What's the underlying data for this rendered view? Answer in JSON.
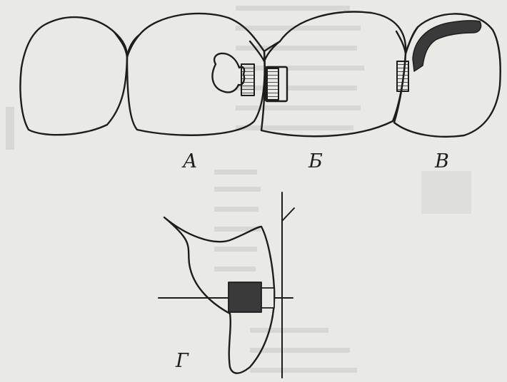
{
  "labels": {
    "a": "А",
    "b": "Б",
    "v": "В",
    "g": "Г"
  },
  "colors": {
    "paper": "#e9e9e6",
    "ink": "#1d1d1d",
    "filling": "#3a3a3a",
    "bleed": "#c9c9c4"
  }
}
